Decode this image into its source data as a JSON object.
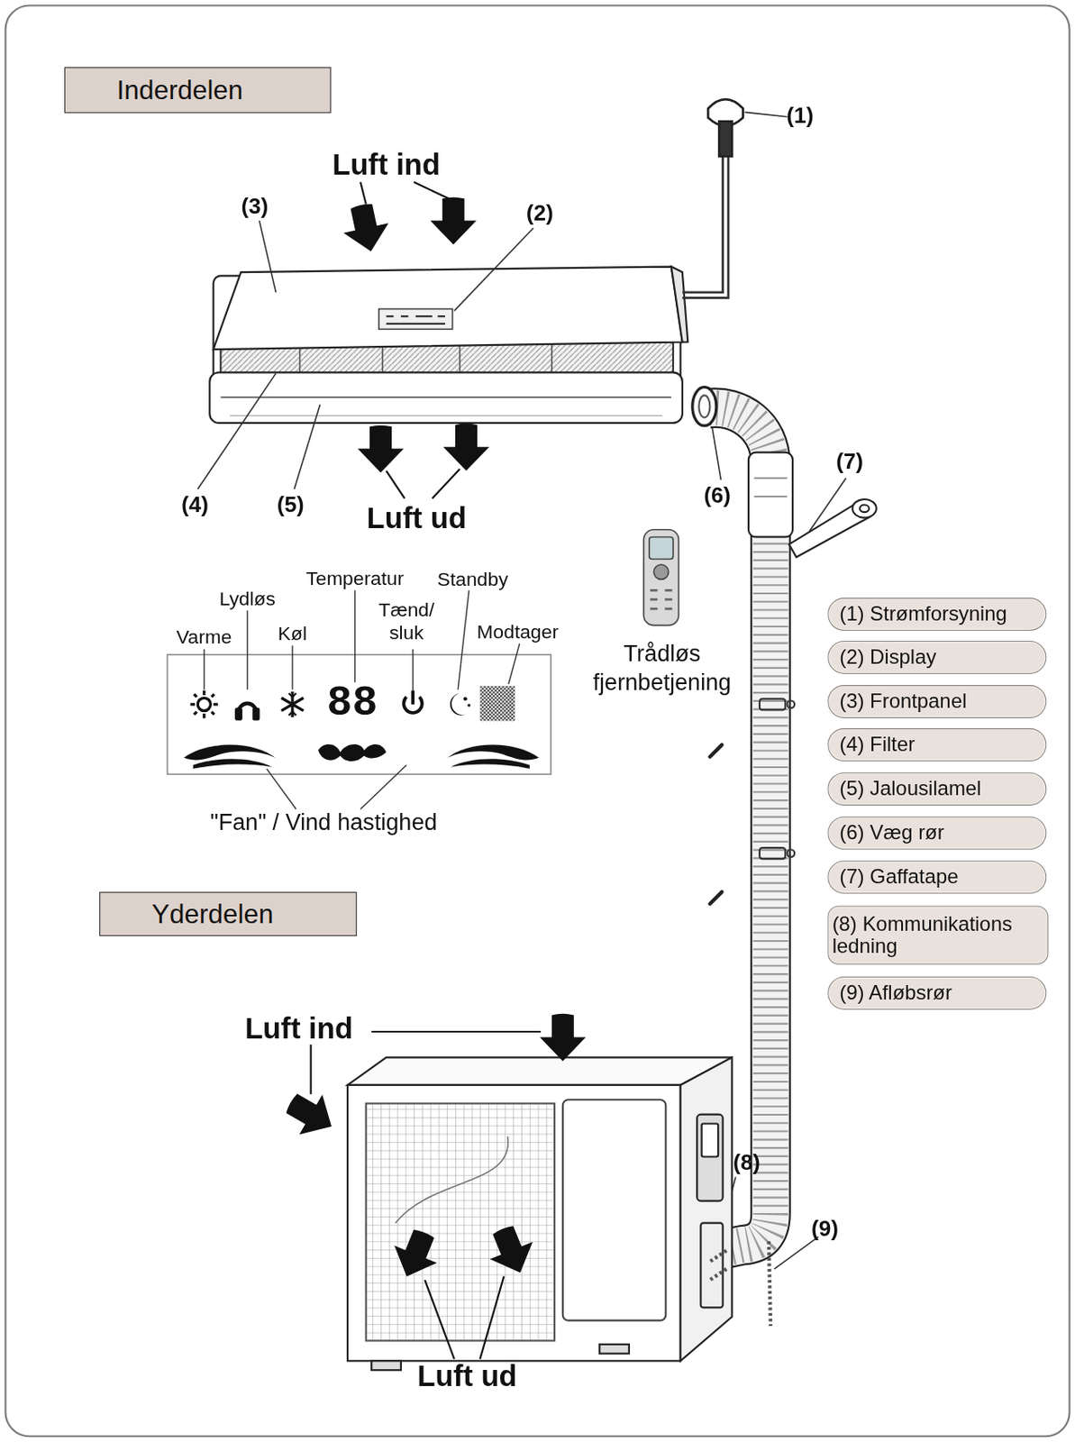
{
  "diagram": {
    "nodes": [
      {
        "text": [
          "Inderdelen"
        ]
      },
      {
        "text": [
          "(1) Strømforsyning"
        ]
      },
      {
        "text": [
          "(2) Display"
        ]
      },
      {
        "text": [
          "(3) Frontpanel"
        ]
      },
      {
        "text": [
          "(4) Filter"
        ]
      },
      {
        "text": [
          "(5) Jalousilamel"
        ]
      },
      {
        "text": [
          "(6) Væg rør"
        ]
      },
      {
        "text": [
          "(7) Gaffatape"
        ]
      },
      {
        "text": [
          "(8) Kommunikations ledning"
        ]
      },
      {
        "text": [
          "(9) Afløbsrør"
        ]
      },
      {
        "text": [
          "Yderdelen"
        ]
      }
    ],
    "labels": [
      "(1)",
      "Luft ind",
      "(3)",
      "(2)",
      "(7)",
      "(4)",
      "(5)",
      "Luft ud",
      "(6)",
      "Temperatur",
      "Standby",
      "Lydløs",
      "Tænd/ sluk",
      "Modtager",
      "Varme",
      "Køl",
      "Trådløs fjernbetjening",
      "88",
      "\"Fan\" / Vind hastighed",
      "Luft ind",
      "(8)",
      "(9)",
      "Luft ud"
    ]
  }
}
